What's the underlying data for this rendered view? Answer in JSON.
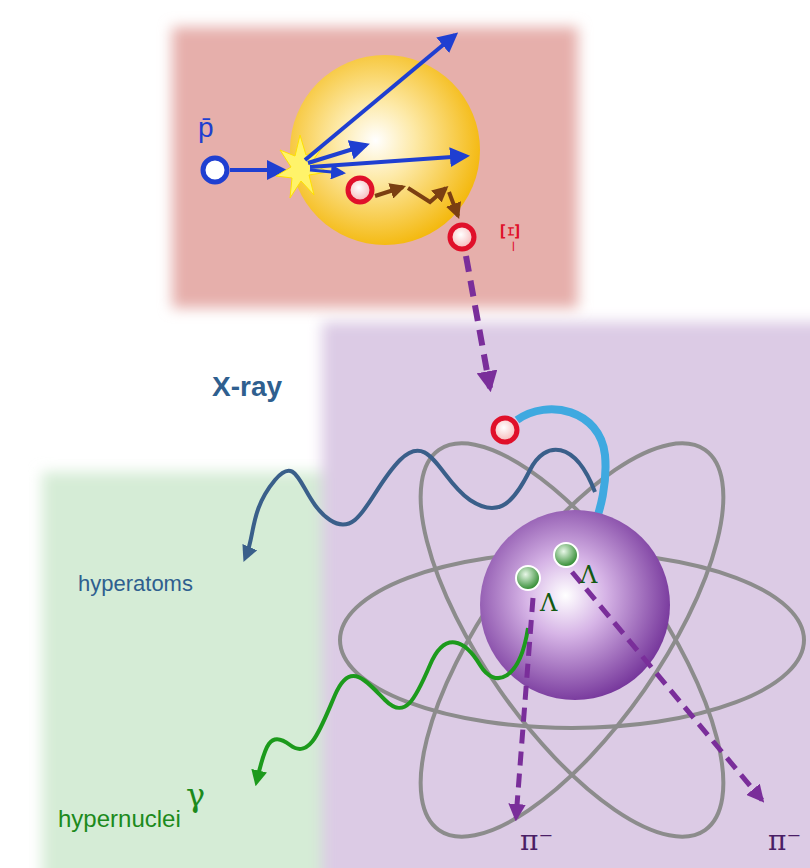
{
  "diagram": {
    "nodes": [
      {
        "text": [
          "p̄",
          "Ξ⁻"
        ]
      },
      {
        "text": [
          "hyperatoms",
          "hypernuclei",
          "γ"
        ]
      },
      {
        "text": [
          "Λ",
          "Λ"
        ]
      }
    ],
    "labels": [
      "X-ray",
      "π⁻",
      "π⁻"
    ]
  }
}
